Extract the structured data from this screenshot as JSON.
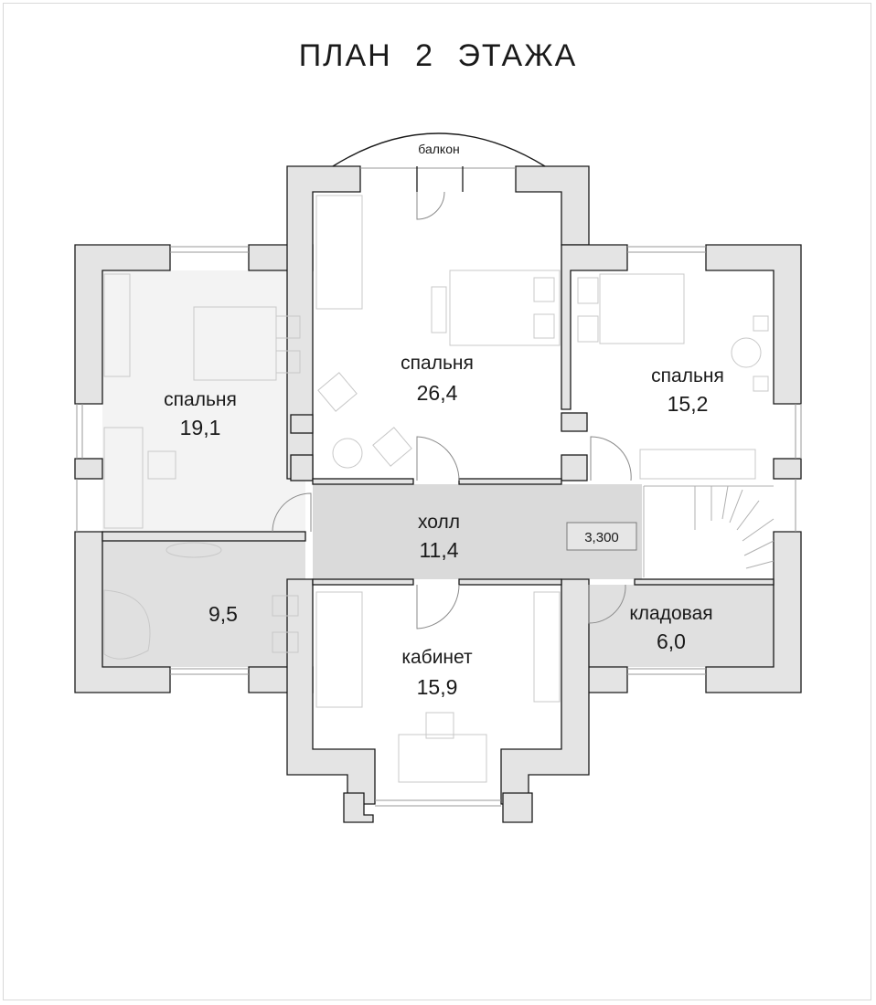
{
  "title": "ПЛАН   2   ЭТАЖА",
  "balcony_label": "балкон",
  "rooms": [
    {
      "id": "bedroom-left",
      "name": "спальня",
      "area": "19,1"
    },
    {
      "id": "bedroom-center",
      "name": "спальня",
      "area": "26,4"
    },
    {
      "id": "bedroom-right",
      "name": "спальня",
      "area": "15,2"
    },
    {
      "id": "hall",
      "name": "холл",
      "area": "11,4"
    },
    {
      "id": "bathroom",
      "name": "",
      "area": "9,5"
    },
    {
      "id": "study",
      "name": "кабинет",
      "area": "15,9"
    },
    {
      "id": "storage",
      "name": "кладовая",
      "area": "6,0"
    }
  ],
  "level_mark": "3,300",
  "colors": {
    "wall": "#e4e4e4",
    "wall_stroke": "#1a1a1a",
    "room_fill": "#e0e0e0",
    "hall_fill": "#dadada",
    "furniture": "#c8c8c8"
  }
}
